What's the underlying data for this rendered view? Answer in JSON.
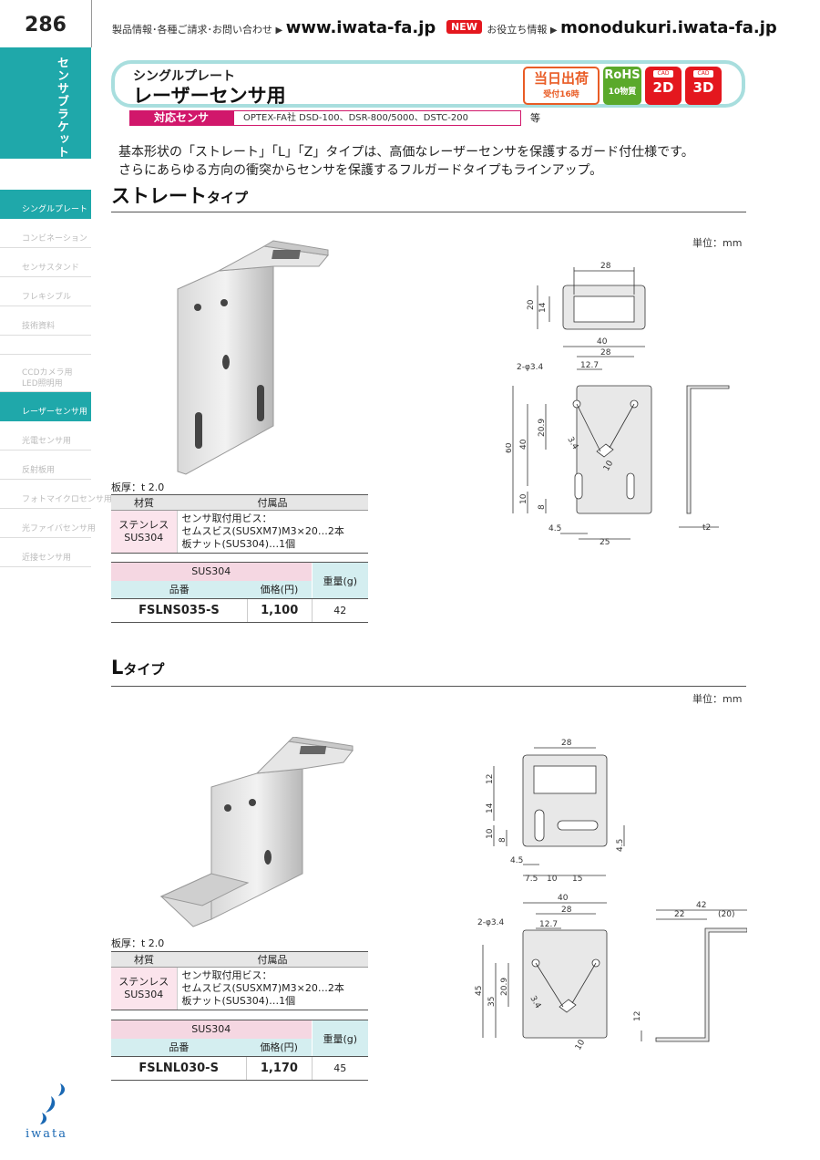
{
  "header": {
    "page_number": "286",
    "info_text": "製品情報･各種ご請求･お問い合わせ",
    "site_url": "www.iwata-fa.jp",
    "new_badge": "NEW",
    "useful_text": "お役立ち情報",
    "useful_url": "monodukuri.iwata-fa.jp"
  },
  "sidebar": {
    "category": "センサブラケット",
    "items": [
      {
        "label": "シングルプレート",
        "active": true
      },
      {
        "label": "コンビネーション",
        "active": false
      },
      {
        "label": "センサスタンド",
        "active": false
      },
      {
        "label": "フレキシブル",
        "active": false
      },
      {
        "label": "技術資料",
        "active": false
      },
      {
        "label": "CCDカメラ用",
        "label2": "LED照明用",
        "active": false
      },
      {
        "label": "レーザーセンサ用",
        "active": true
      },
      {
        "label": "光電センサ用",
        "active": false
      },
      {
        "label": "反射板用",
        "active": false
      },
      {
        "label": "フォトマイクロセンサ用",
        "active": false
      },
      {
        "label": "光ファイバセンサ用",
        "active": false
      },
      {
        "label": "近接センサ用",
        "active": false
      }
    ]
  },
  "title": {
    "small": "シングルプレート",
    "big": "レーザーセンサ用",
    "sensor_label": "対応センサ",
    "sensor_value": "OPTEX-FA社 DSD-100、DSR-800/5000、DSTC-200",
    "sensor_suffix": "等",
    "badge_sameday_1": "当日出荷",
    "badge_sameday_2": "受付16時",
    "badge_rohs_1": "RoHS",
    "badge_rohs_2": "10物質",
    "cad_tag": "CAD",
    "cad_2d": "2D",
    "cad_3d": "3D",
    "colors": {
      "accent": "#1fa8aa",
      "sensor": "#d1176b",
      "sameday": "#e95c25",
      "rohs": "#5aa92b",
      "cad": "#e4171e"
    }
  },
  "intro": {
    "line1": "基本形状の「ストレート」「L」「Z」タイプは、高価なレーザーセンサを保護するガード付仕様です。",
    "line2": "さらにあらゆる方向の衝突からセンサを保護するフルガードタイプもラインアップ。"
  },
  "straight": {
    "heading": "ストレート",
    "heading_small": "タイプ",
    "unit": "単位：mm",
    "thickness": "板厚：t 2.0",
    "spec_headers": [
      "材質",
      "付属品"
    ],
    "material": [
      "ステンレス",
      "SUS304"
    ],
    "accessories": [
      "センサ取付用ビス：",
      "セムスビス(SUSXM7)M3×20…2本",
      "板ナット(SUS304)…1個"
    ],
    "price_material": "SUS304",
    "price_headers": [
      "品番",
      "価格(円)",
      "重量(g)"
    ],
    "part_no": "FSLNS035-S",
    "price": "1,100",
    "weight": "42",
    "dims": {
      "top_width": "28",
      "top_h1": "20",
      "top_h2": "14",
      "w40": "40",
      "w28": "28",
      "d127": "12.7",
      "hole": "2-φ3.4",
      "h60": "60",
      "h40": "40",
      "h209": "20.9",
      "d34": "3.4",
      "d10a": "10",
      "h10": "10",
      "h8": "8",
      "w45": "4.5",
      "w25": "25",
      "t": "t2"
    }
  },
  "ltype": {
    "heading": "L",
    "heading_small": "タイプ",
    "unit": "単位：mm",
    "thickness": "板厚：t 2.0",
    "spec_headers": [
      "材質",
      "付属品"
    ],
    "material": [
      "ステンレス",
      "SUS304"
    ],
    "accessories": [
      "センサ取付用ビス：",
      "セムスビス(SUSXM7)M3×20…2本",
      "板ナット(SUS304)…1個"
    ],
    "price_material": "SUS304",
    "price_headers": [
      "品番",
      "価格(円)",
      "重量(g)"
    ],
    "part_no": "FSLNL030-S",
    "price": "1,170",
    "weight": "45",
    "dims": {
      "top28": "28",
      "h12": "12",
      "h14": "14",
      "h10": "10",
      "h8": "8",
      "d45v": "4.5",
      "w45": "4.5",
      "w75": "7.5",
      "w10": "10",
      "w15": "15",
      "w40": "40",
      "w28": "28",
      "d127": "12.7",
      "hole": "2-φ3.4",
      "h45": "45",
      "h35": "35",
      "h209": "20.9",
      "d34": "3.4",
      "d10": "10",
      "s42": "42",
      "s22": "22",
      "s20": "(20)",
      "s12": "12"
    }
  },
  "logo": {
    "text": "iwata"
  }
}
